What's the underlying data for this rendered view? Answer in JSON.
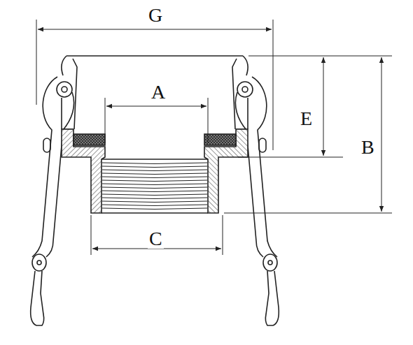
{
  "diagram": {
    "labels": [
      "G",
      "A",
      "E",
      "B",
      "C"
    ]
  }
}
